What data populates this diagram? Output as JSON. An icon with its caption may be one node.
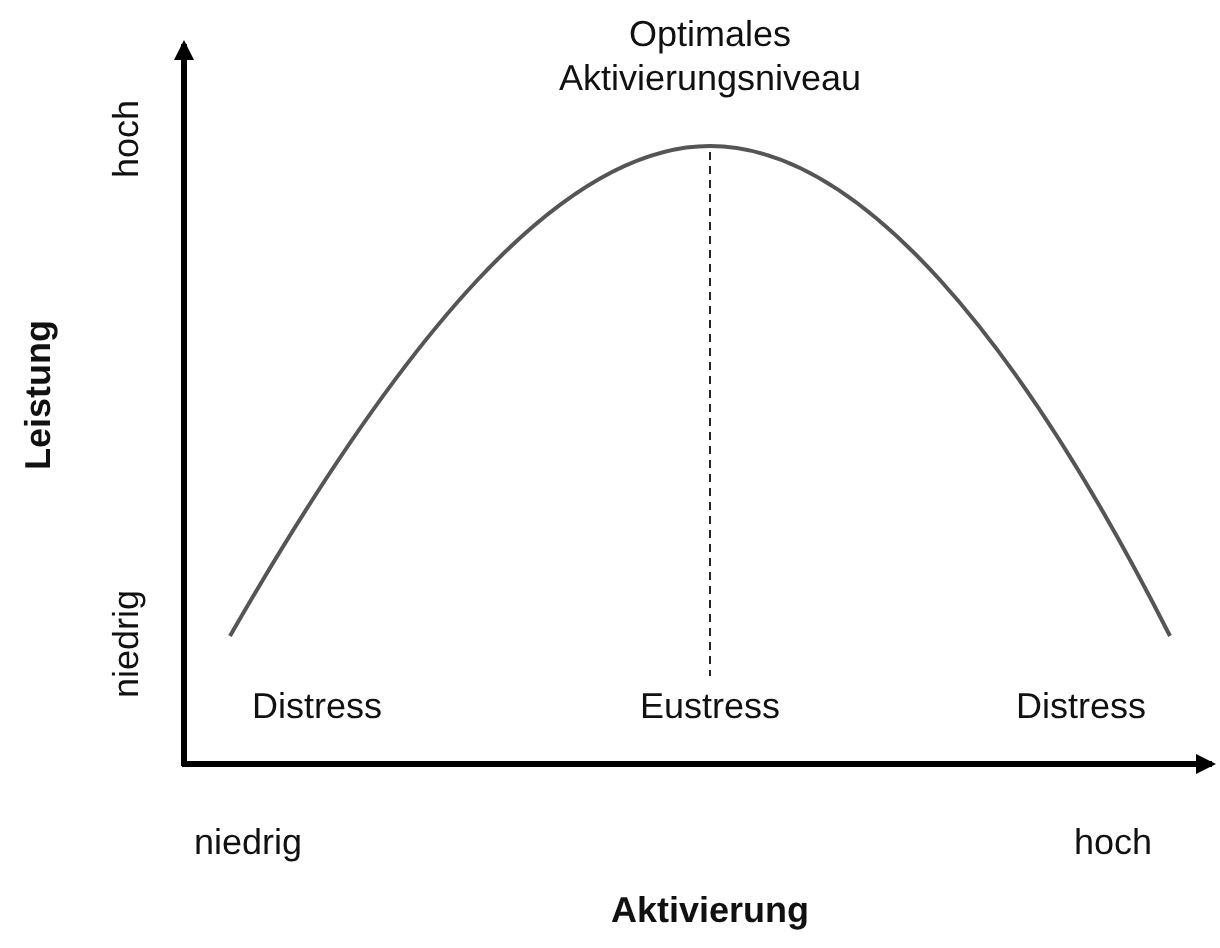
{
  "diagram": {
    "labels": [
      "Optimales Aktivierungsniveau",
      "hoch",
      "Leistung",
      "niedrig",
      "Distress",
      "Eustress",
      "Distress",
      "niedrig",
      "hoch",
      "Aktivierung"
    ]
  }
}
